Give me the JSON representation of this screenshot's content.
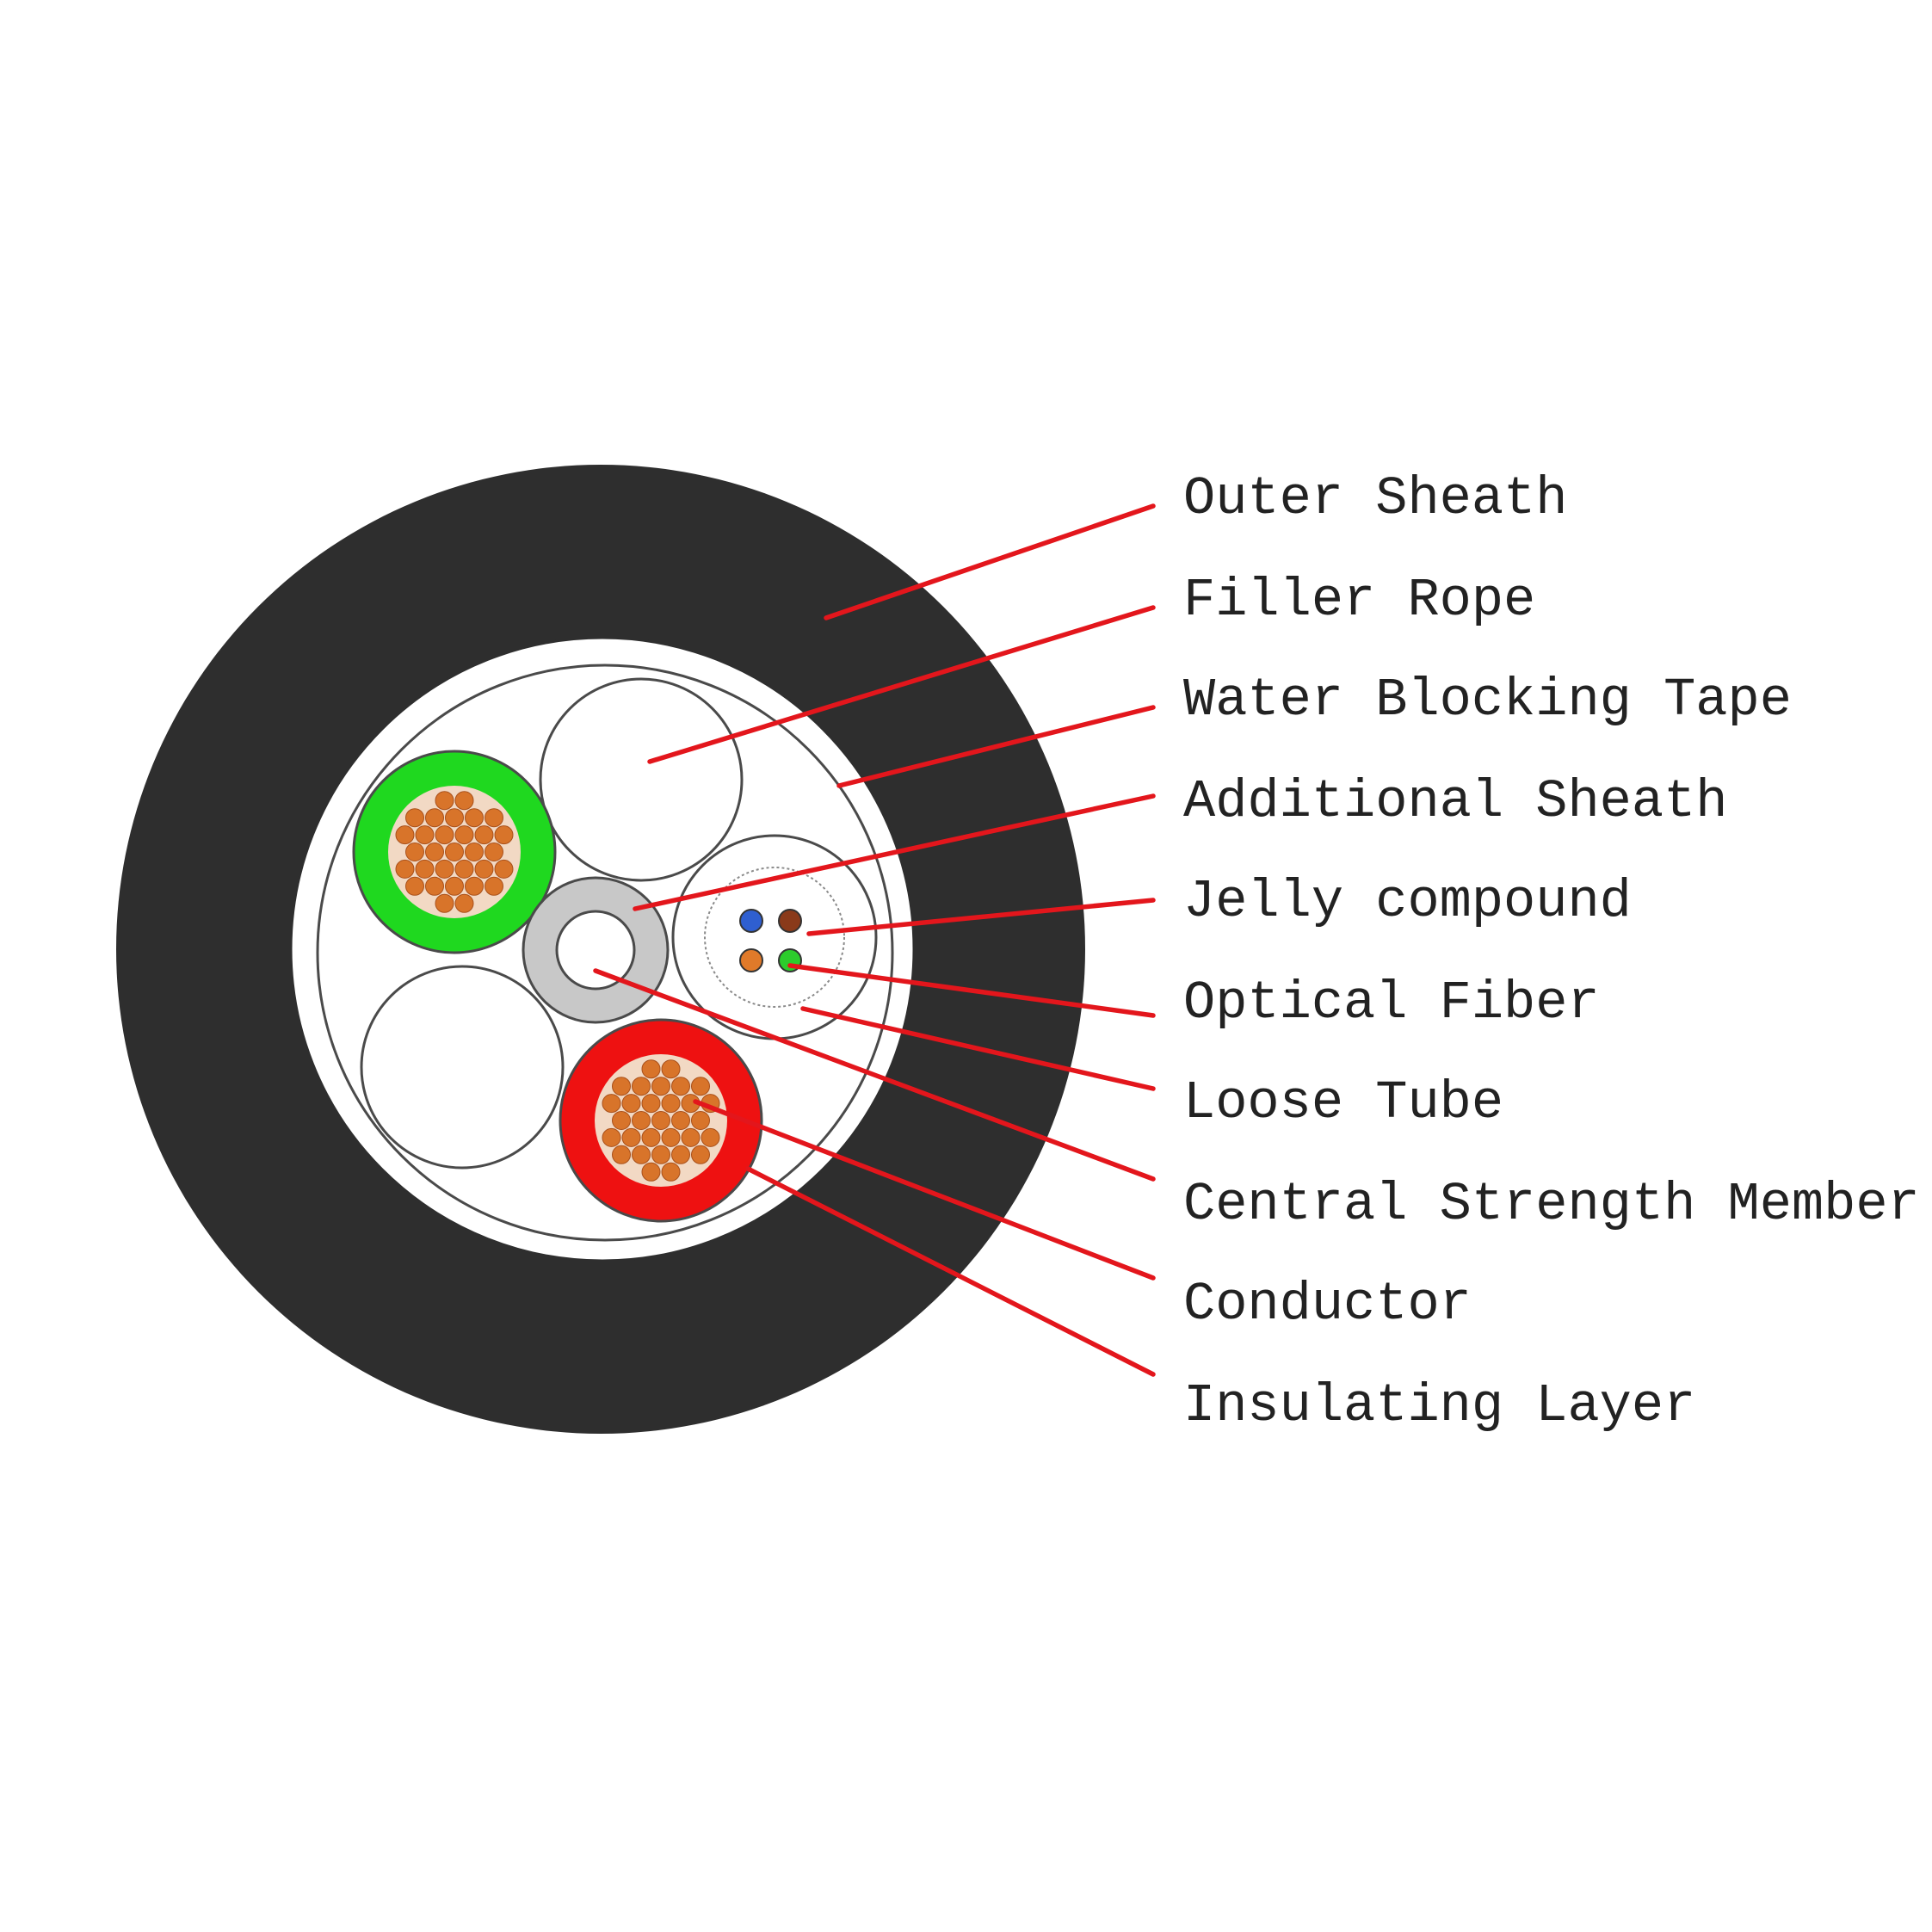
{
  "colors": {
    "outer_sheath": "#2e2e2e",
    "leader_line": "#e3161c",
    "outline": "#4a4a4a",
    "label_text": "#222222",
    "conductor_strand": "#d8742a",
    "conductor_gap": "#f2d9c4",
    "insulation_green": "#1fd81f",
    "insulation_red": "#ee1111",
    "additional_sheath": "#c8c8c8",
    "fiber_blue": "#2f5fd0",
    "fiber_brown": "#8a3a1a",
    "fiber_orange": "#e07a2a",
    "fiber_green": "#2ccc2c"
  },
  "labels": [
    {
      "id": "outer-sheath",
      "text": "Outer Sheath"
    },
    {
      "id": "filler-rope",
      "text": "Filler Rope"
    },
    {
      "id": "water-blocking-tape",
      "text": "Water Blocking Tape"
    },
    {
      "id": "additional-sheath",
      "text": "Additional Sheath"
    },
    {
      "id": "jelly-compound",
      "text": "Jelly compound"
    },
    {
      "id": "optical-fiber",
      "text": "Optical Fiber"
    },
    {
      "id": "loose-tube",
      "text": "Loose Tube"
    },
    {
      "id": "central-strength-member",
      "text": "Central Strength Member"
    },
    {
      "id": "conductor",
      "text": "Conductor"
    },
    {
      "id": "insulating-layer",
      "text": "Insulating Layer"
    }
  ]
}
